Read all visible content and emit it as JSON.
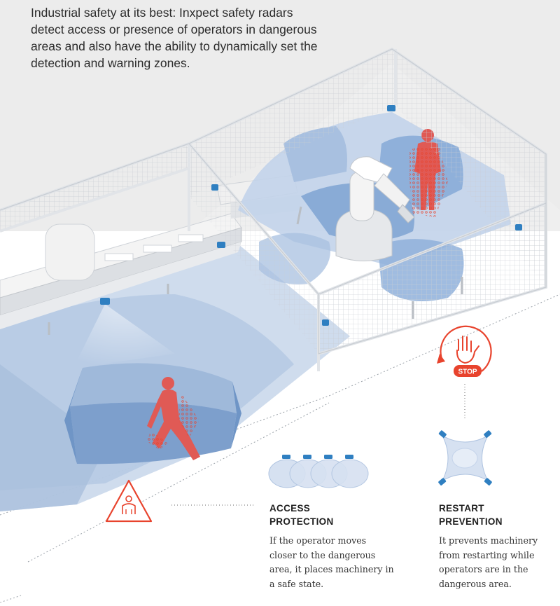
{
  "intro": "Industrial safety at its best: Inxpect safety radars detect access or presence of operators in dangerous areas and also have the ability to dynamically set the detection and warning zones.",
  "stop_sign": {
    "label": "STOP"
  },
  "access_protection": {
    "title_line1": "ACCESS",
    "title_line2": "PROTECTION",
    "body": "If the operator moves closer to the dangerous area, it places machinery in a safe state."
  },
  "restart_prevention": {
    "title_line1": "RESTART",
    "title_line2": "PREVENTION",
    "body": "It prevents machinery from restarting while operators are in the dangerous area."
  },
  "colors": {
    "accent_red": "#e8432d",
    "operator_red": "#e05a55",
    "zone_blue": "#6f95c6",
    "zone_light": "#c7d6ea",
    "radar_blue": "#2f7fc1",
    "fence_grey": "#d9dde2",
    "backdrop": "#ececec"
  },
  "icons": {
    "warning": "warning-operator-icon",
    "stop": "stop-hand-icon",
    "sensor": "radar-sensor-icon"
  }
}
